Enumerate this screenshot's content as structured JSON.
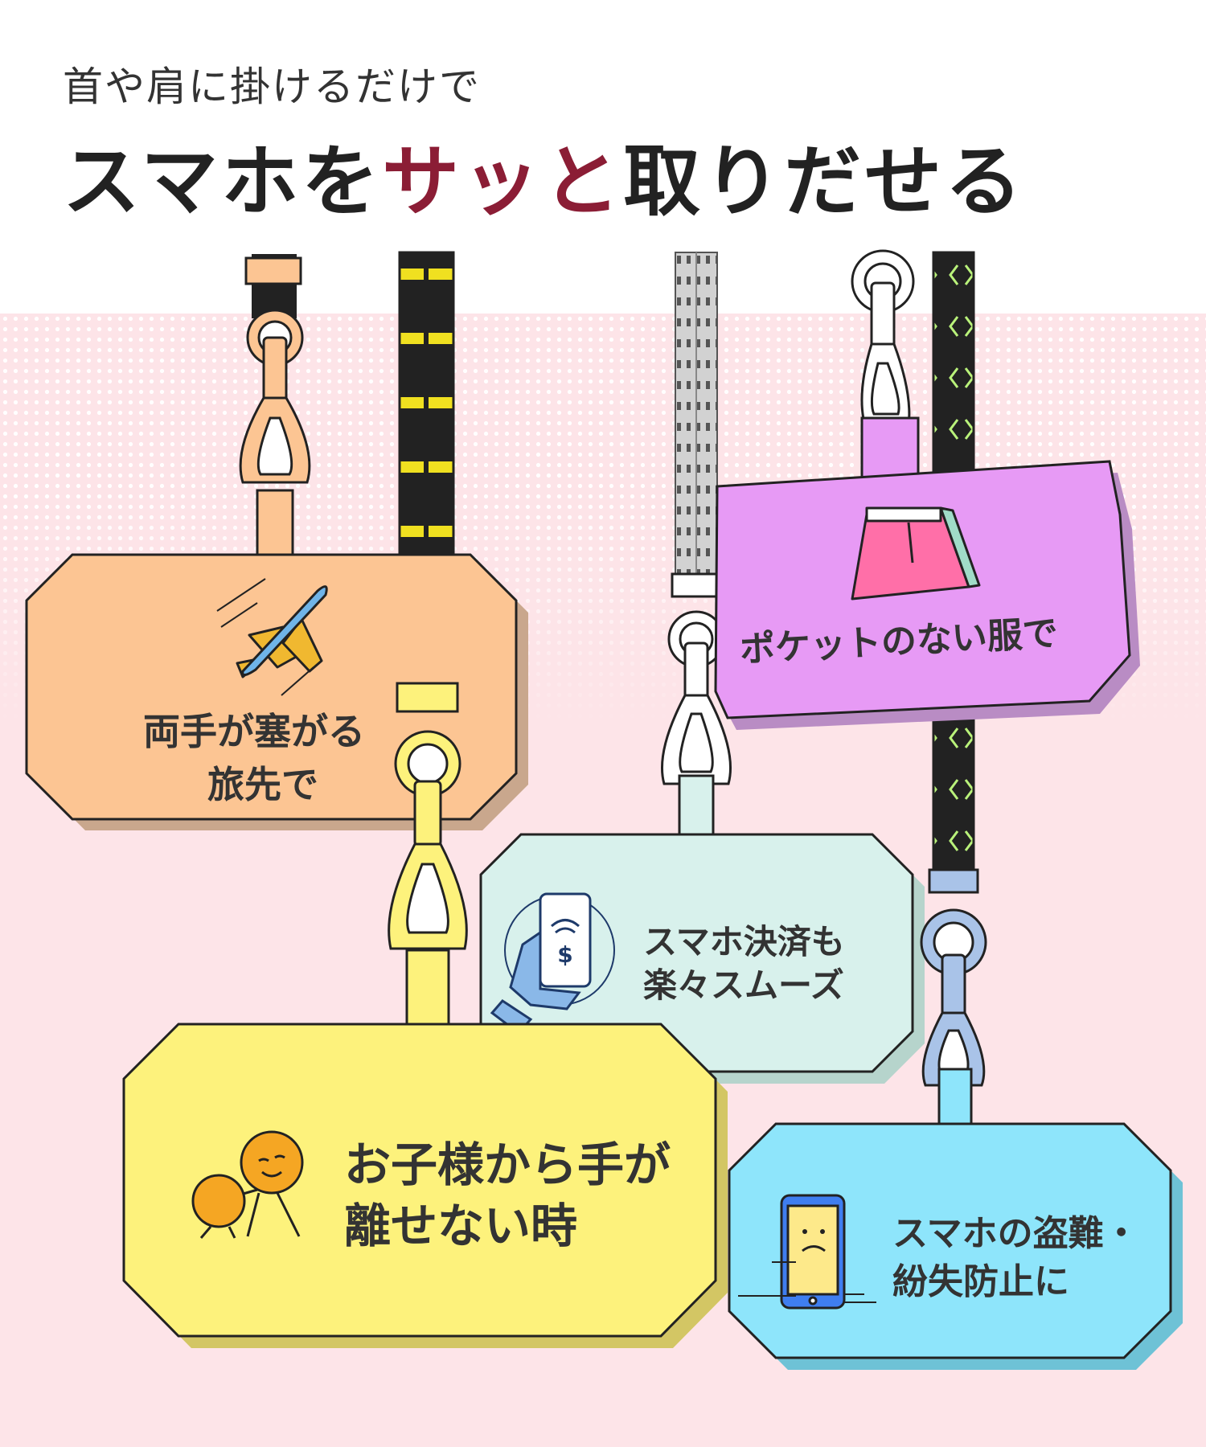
{
  "header": {
    "subtitle": "首や肩に掛けるだけで",
    "headline_prefix": "スマホを",
    "headline_accent": "サッと",
    "headline_suffix": "取りだせる"
  },
  "cards": [
    {
      "id": "travel",
      "line1": "両手が塞がる",
      "line2": "旅先で",
      "icon": "airplane-icon",
      "color": "#fcc593"
    },
    {
      "id": "pocketless",
      "line1": "ポケットのない服で",
      "icon": "skirt-icon",
      "color": "#e79af5"
    },
    {
      "id": "payment",
      "line1": "スマホ決済も",
      "line2": "楽々スムーズ",
      "icon": "phone-payment-icon",
      "color": "#d8f1ec"
    },
    {
      "id": "children",
      "line1": "お子様から手が",
      "line2": "離せない時",
      "icon": "children-icon",
      "color": "#fdf27c"
    },
    {
      "id": "theft",
      "line1": "スマホの盗難・",
      "line2": "紛失防止に",
      "icon": "sad-phone-icon",
      "color": "#8ee5fb"
    }
  ],
  "colors": {
    "accent": "#8b1d35",
    "pink_background": "#fde4e8",
    "strap_black": "#222222",
    "strap_yellow": "#f0e020",
    "strap_green": "#b9f27a",
    "outline": "#222222"
  }
}
